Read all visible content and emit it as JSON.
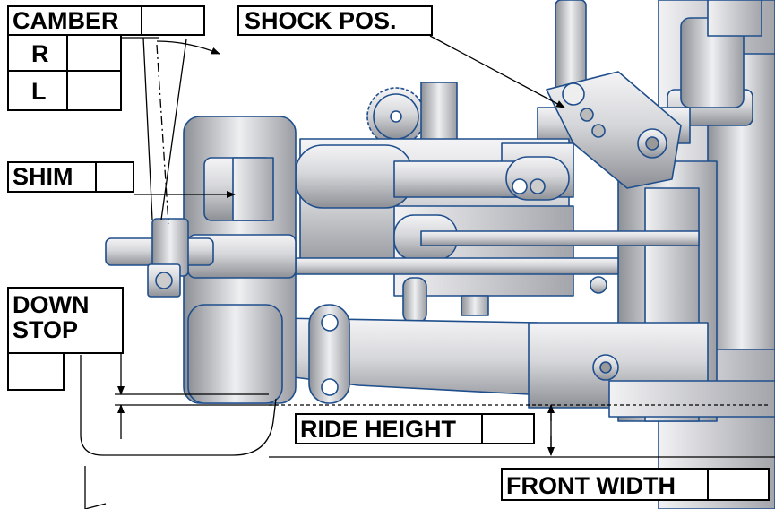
{
  "labels": {
    "camber": "CAMBER",
    "camber_right": "R",
    "camber_left": "L",
    "shock_pos": "SHOCK POS.",
    "shim": "SHIM",
    "down_stop_line1": "DOWN",
    "down_stop_line2": "STOP",
    "ride_height": "RIDE HEIGHT",
    "front_width": "FRONT WIDTH"
  },
  "colors": {
    "part_fill": "#d9dadc",
    "part_shade": "#a9abb0",
    "part_outline": "#1f4e8c",
    "line": "#000000"
  }
}
